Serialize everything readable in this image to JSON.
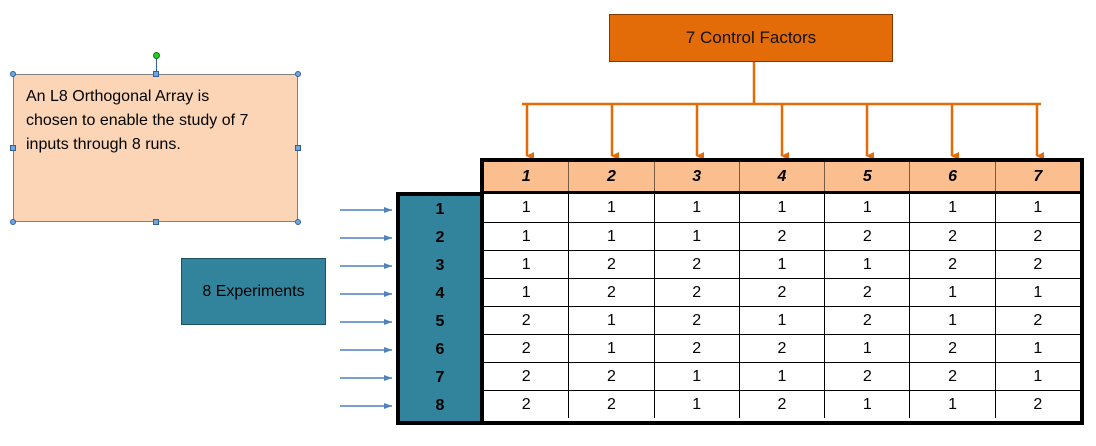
{
  "note": {
    "lines": [
      "An L8 Orthogonal Array is",
      "chosen to enable the study of 7",
      "inputs through 8 runs."
    ]
  },
  "factors_label": "7 Control Factors",
  "experiments_label": "8 Experiments",
  "columns": [
    "1",
    "2",
    "3",
    "4",
    "5",
    "6",
    "7"
  ],
  "runs": [
    "1",
    "2",
    "3",
    "4",
    "5",
    "6",
    "7",
    "8"
  ],
  "matrix": [
    [
      "1",
      "1",
      "1",
      "1",
      "1",
      "1",
      "1"
    ],
    [
      "1",
      "1",
      "1",
      "2",
      "2",
      "2",
      "2"
    ],
    [
      "1",
      "2",
      "2",
      "1",
      "1",
      "2",
      "2"
    ],
    [
      "1",
      "2",
      "2",
      "2",
      "2",
      "1",
      "1"
    ],
    [
      "2",
      "1",
      "2",
      "1",
      "2",
      "1",
      "2"
    ],
    [
      "2",
      "1",
      "2",
      "2",
      "1",
      "2",
      "1"
    ],
    [
      "2",
      "2",
      "1",
      "1",
      "2",
      "2",
      "1"
    ],
    [
      "2",
      "2",
      "1",
      "2",
      "1",
      "1",
      "2"
    ]
  ],
  "colors": {
    "factor_box": "#e36c09",
    "header_row": "#fbbe8e",
    "run_column": "#31849b",
    "note_box": "#fbd5b5",
    "arrow_orange": "#e36c09",
    "arrow_blue": "#4f81bd"
  }
}
